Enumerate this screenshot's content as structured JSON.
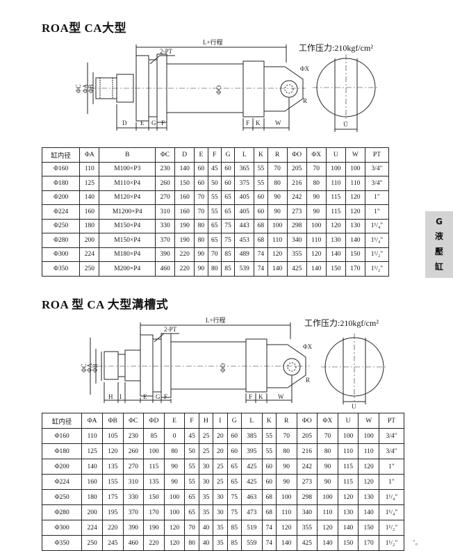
{
  "section1": {
    "title": "ROA型 CA大型",
    "pressure": "工作压力:210kgf/cm²",
    "drawing": {
      "stroke_label": "L+行程",
      "port_label": "2-PT",
      "dims": [
        "ΦC",
        "ΦA",
        "ΦB",
        "ΦO",
        "ΦX",
        "R",
        "D",
        "E",
        "G",
        "F",
        "F",
        "K",
        "W",
        "U"
      ]
    },
    "table": {
      "headers": [
        "缸内径",
        "ΦA",
        "B",
        "ΦC",
        "D",
        "E",
        "F",
        "G",
        "L",
        "K",
        "R",
        "ΦO",
        "ΦX",
        "U",
        "W",
        "PT"
      ],
      "rows": [
        [
          "Φ160",
          "110",
          "M100×P3",
          "230",
          "140",
          "60",
          "45",
          "60",
          "365",
          "55",
          "70",
          "205",
          "70",
          "100",
          "100",
          "3/4\""
        ],
        [
          "Φ180",
          "125",
          "M110×P4",
          "260",
          "150",
          "60",
          "50",
          "60",
          "375",
          "55",
          "80",
          "216",
          "80",
          "110",
          "110",
          "3/4\""
        ],
        [
          "Φ200",
          "140",
          "M120×P4",
          "270",
          "160",
          "70",
          "55",
          "65",
          "405",
          "60",
          "90",
          "242",
          "90",
          "115",
          "120",
          "1\""
        ],
        [
          "Φ224",
          "160",
          "M1200×P4",
          "310",
          "160",
          "70",
          "55",
          "65",
          "405",
          "60",
          "90",
          "273",
          "90",
          "115",
          "120",
          "1\""
        ],
        [
          "Φ250",
          "180",
          "M150×P4",
          "330",
          "190",
          "80",
          "65",
          "75",
          "443",
          "68",
          "100",
          "298",
          "100",
          "120",
          "130",
          "1¹/₄\""
        ],
        [
          "Φ280",
          "200",
          "M150×P4",
          "370",
          "190",
          "80",
          "65",
          "75",
          "453",
          "68",
          "110",
          "340",
          "110",
          "130",
          "140",
          "1¹/₄\""
        ],
        [
          "Φ300",
          "224",
          "M180×P4",
          "390",
          "220",
          "90",
          "70",
          "85",
          "489",
          "74",
          "120",
          "355",
          "120",
          "140",
          "150",
          "1¹/₂\""
        ],
        [
          "Φ350",
          "250",
          "M200×P4",
          "460",
          "220",
          "90",
          "80",
          "85",
          "539",
          "74",
          "140",
          "425",
          "140",
          "150",
          "170",
          "1¹/₂\""
        ]
      ]
    }
  },
  "section2": {
    "title": "ROA 型 CA 大型溝槽式",
    "pressure": "工作压力:210kgf/cm²",
    "drawing": {
      "stroke_label": "L+行程",
      "port_label": "2-PT",
      "dims": [
        "ΦC",
        "ΦA",
        "ΦB",
        "ΦO",
        "ΦX",
        "R",
        "H",
        "I",
        "E",
        "G",
        "F",
        "F",
        "K",
        "W",
        "U"
      ]
    },
    "table": {
      "headers": [
        "缸内径",
        "ΦA",
        "ΦB",
        "ΦC",
        "ΦD",
        "E",
        "F",
        "H",
        "I",
        "G",
        "L",
        "K",
        "R",
        "ΦO",
        "ΦX",
        "U",
        "W",
        "PT"
      ],
      "rows": [
        [
          "Φ160",
          "110",
          "105",
          "230",
          "85",
          "0",
          "45",
          "25",
          "20",
          "60",
          "385",
          "55",
          "70",
          "205",
          "70",
          "100",
          "100",
          "3/4\""
        ],
        [
          "Φ180",
          "125",
          "120",
          "260",
          "100",
          "80",
          "50",
          "25",
          "20",
          "60",
          "395",
          "55",
          "80",
          "216",
          "80",
          "110",
          "110",
          "3/4\""
        ],
        [
          "Φ200",
          "140",
          "135",
          "270",
          "115",
          "90",
          "55",
          "30",
          "25",
          "65",
          "425",
          "60",
          "90",
          "242",
          "90",
          "115",
          "120",
          "1\""
        ],
        [
          "Φ224",
          "160",
          "155",
          "310",
          "135",
          "90",
          "55",
          "30",
          "25",
          "65",
          "425",
          "60",
          "90",
          "273",
          "90",
          "115",
          "120",
          "1\""
        ],
        [
          "Φ250",
          "180",
          "175",
          "330",
          "150",
          "100",
          "65",
          "35",
          "30",
          "75",
          "463",
          "68",
          "100",
          "298",
          "100",
          "120",
          "130",
          "1¹/₄\""
        ],
        [
          "Φ280",
          "200",
          "195",
          "370",
          "170",
          "100",
          "65",
          "35",
          "30",
          "75",
          "473",
          "68",
          "110",
          "340",
          "110",
          "130",
          "140",
          "1¹/₄\""
        ],
        [
          "Φ300",
          "224",
          "220",
          "390",
          "190",
          "120",
          "70",
          "40",
          "35",
          "85",
          "519",
          "74",
          "120",
          "355",
          "120",
          "140",
          "150",
          "1¹/₂\""
        ],
        [
          "Φ350",
          "250",
          "245",
          "460",
          "220",
          "120",
          "80",
          "40",
          "35",
          "85",
          "559",
          "74",
          "140",
          "425",
          "140",
          "150",
          "170",
          "1¹/₂\""
        ]
      ]
    }
  },
  "sidetab": [
    "G",
    "液",
    "壓",
    "缸"
  ],
  "page_mark": "\"。"
}
